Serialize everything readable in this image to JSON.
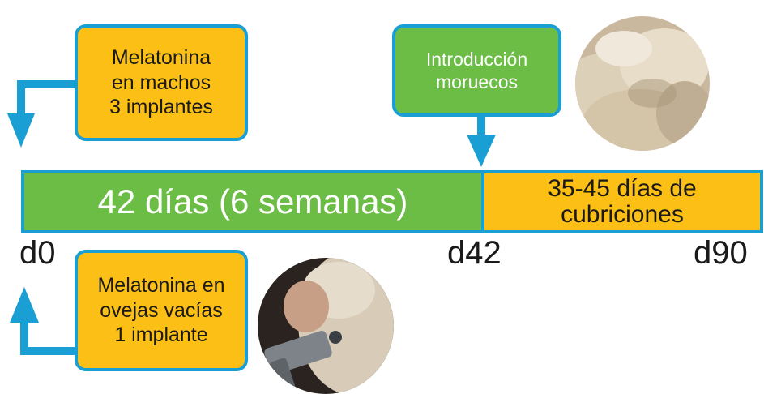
{
  "boxes": {
    "males": "Melatonina\nen machos\n3 implantes",
    "rams": "Introducción\nmoruecos",
    "ewes": "Melatonina en\novejas vacías\n1 implante"
  },
  "timeline": {
    "phase1": "42 días (6 semanas)",
    "phase2": "35-45 días de\ncubriciones"
  },
  "ticks": {
    "start": "d0",
    "mid": "d42",
    "end": "d90"
  },
  "colors": {
    "blue": "#1a9fd4",
    "green": "#6cbd45",
    "orange": "#fbbf15"
  },
  "images": {
    "top_photo": "sheep-flock-photo",
    "bottom_photo": "implant-gun-photo"
  }
}
